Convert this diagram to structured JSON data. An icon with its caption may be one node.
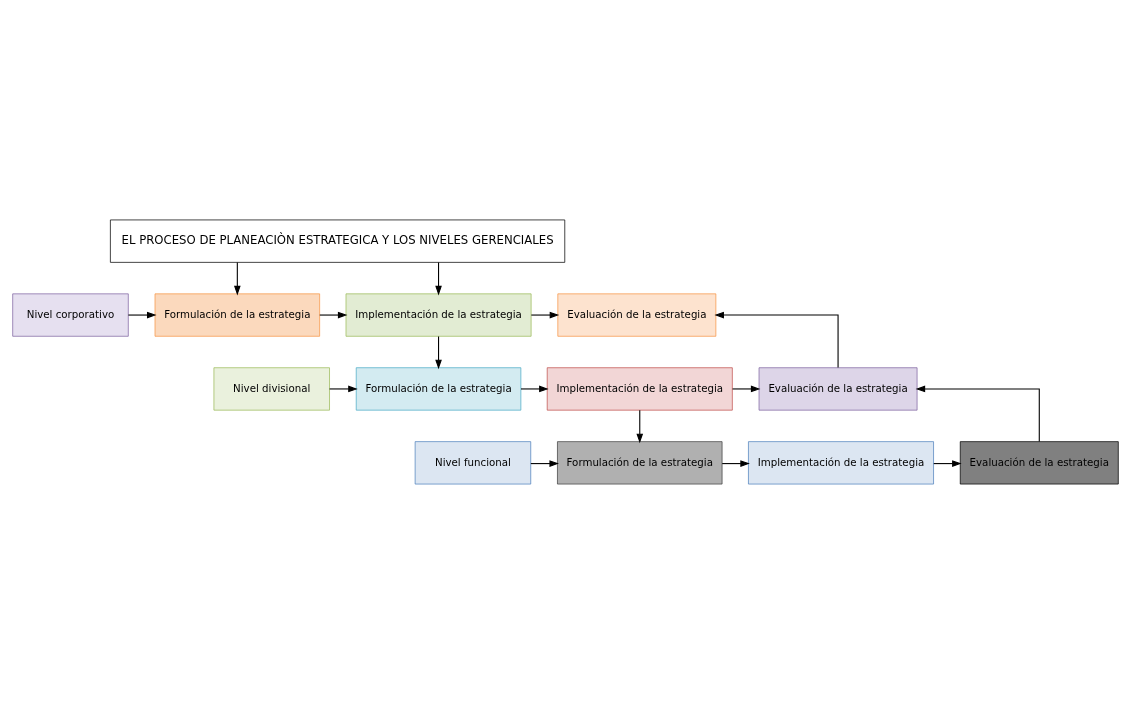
{
  "diagram": {
    "nodes": [
      {
        "text": [
          "EL PROCESO DE PLANEACIÒN ESTRATEGICA Y LOS NIVELES GERENCIALES"
        ]
      },
      {
        "text": [
          "Nivel corporativo"
        ]
      },
      {
        "text": [
          "Formulación de la estrategia"
        ]
      },
      {
        "text": [
          "Implementación de la estrategia"
        ]
      },
      {
        "text": [
          "Evaluación de la estrategia"
        ]
      },
      {
        "text": [
          "Nivel divisional"
        ]
      },
      {
        "text": [
          "Formulación de la estrategia"
        ]
      },
      {
        "text": [
          "Implementación de la estrategia"
        ]
      },
      {
        "text": [
          "Evaluación de la estrategia"
        ]
      },
      {
        "text": [
          "Nivel funcional"
        ]
      },
      {
        "text": [
          "Formulación de la estrategia"
        ]
      },
      {
        "text": [
          "Implementación de la estrategia"
        ]
      },
      {
        "text": [
          "Evaluación de la estrategia"
        ]
      }
    ],
    "edges": [
      {
        "from": 0,
        "to": 2,
        "arrow": "to"
      },
      {
        "from": 0,
        "to": 3,
        "arrow": "to"
      },
      {
        "from": 1,
        "to": 2,
        "arrow": "to"
      },
      {
        "from": 2,
        "to": 3,
        "arrow": "to"
      },
      {
        "from": 3,
        "to": 4,
        "arrow": "to"
      },
      {
        "from": 3,
        "to": 6,
        "arrow": "to"
      },
      {
        "from": 5,
        "to": 6,
        "arrow": "to"
      },
      {
        "from": 6,
        "to": 7,
        "arrow": "to"
      },
      {
        "from": 7,
        "to": 8,
        "arrow": "to"
      },
      {
        "from": 8,
        "to": 4,
        "arrow": "to"
      },
      {
        "from": 7,
        "to": 10,
        "arrow": "to"
      },
      {
        "from": 9,
        "to": 10,
        "arrow": "to"
      },
      {
        "from": 10,
        "to": 11,
        "arrow": "to"
      },
      {
        "from": 11,
        "to": 12,
        "arrow": "to"
      },
      {
        "from": 12,
        "to": 8,
        "arrow": "to"
      }
    ]
  }
}
